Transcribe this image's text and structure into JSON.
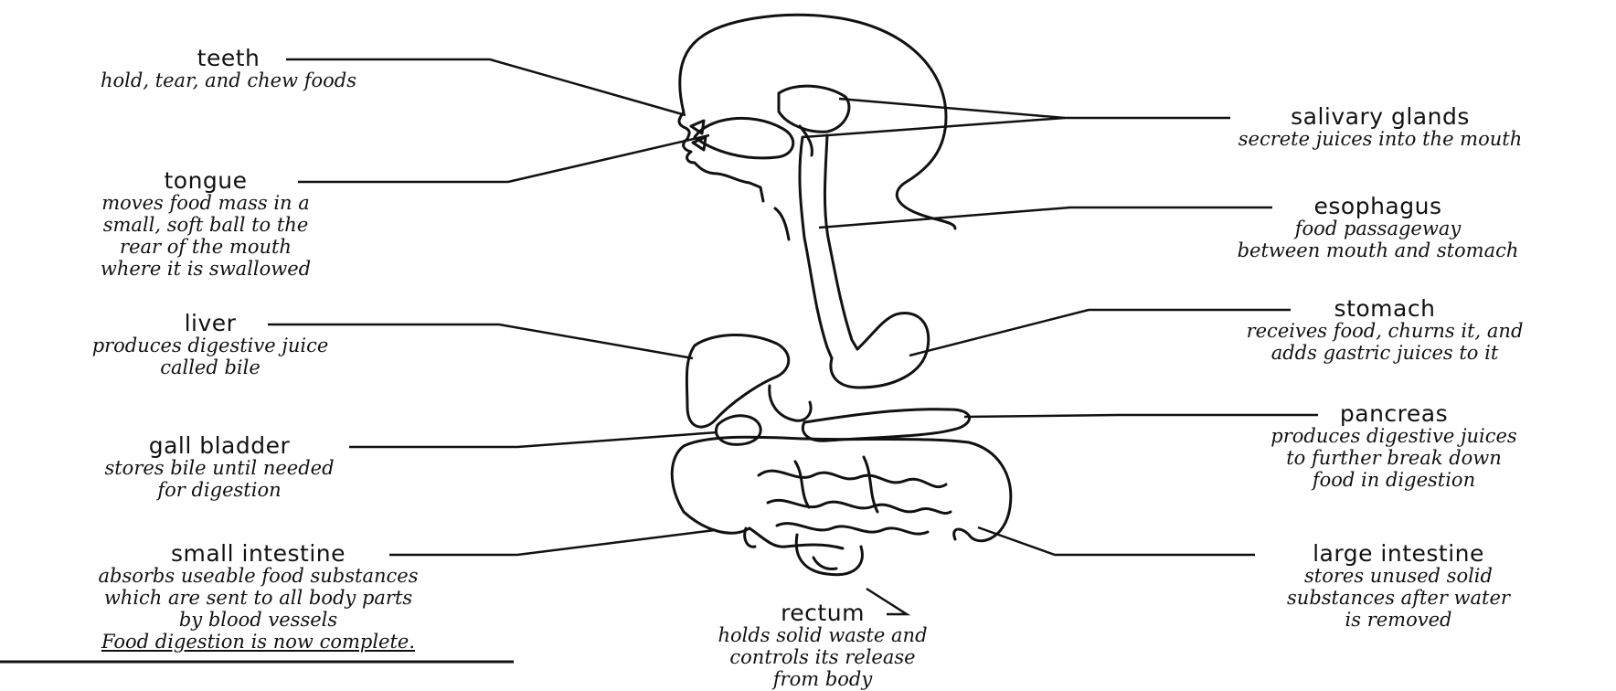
{
  "labels": {
    "teeth": {
      "name": "teeth",
      "desc": [
        "hold, tear, and chew foods"
      ]
    },
    "tongue": {
      "name": "tongue",
      "desc": [
        "moves food mass in a",
        "small, soft ball to the",
        "rear of the mouth",
        "where it is swallowed"
      ]
    },
    "liver": {
      "name": "liver",
      "desc": [
        "produces digestive juice",
        "called bile"
      ]
    },
    "gall_bladder": {
      "name": "gall bladder",
      "desc": [
        "stores bile until needed",
        "for digestion"
      ]
    },
    "small_intestine": {
      "name": "small intestine",
      "desc": [
        "absorbs useable food substances",
        "which are sent to all body parts",
        "by blood vessels"
      ],
      "note": "Food digestion is now complete."
    },
    "salivary_glands": {
      "name": "salivary glands",
      "desc": [
        "secrete juices into the mouth"
      ]
    },
    "esophagus": {
      "name": "esophagus",
      "desc": [
        "food passageway",
        "between mouth and stomach"
      ]
    },
    "stomach": {
      "name": "stomach",
      "desc": [
        "receives food, churns it, and",
        "adds gastric juices to it"
      ]
    },
    "pancreas": {
      "name": "pancreas",
      "desc": [
        "produces digestive juices",
        "to further break down",
        "food in digestion"
      ]
    },
    "large_intestine": {
      "name": "large intestine",
      "desc": [
        "stores unused solid",
        "substances after water",
        "is removed"
      ]
    },
    "rectum": {
      "name": "rectum",
      "desc": [
        "holds solid waste and",
        "controls its release",
        "from body"
      ]
    }
  }
}
